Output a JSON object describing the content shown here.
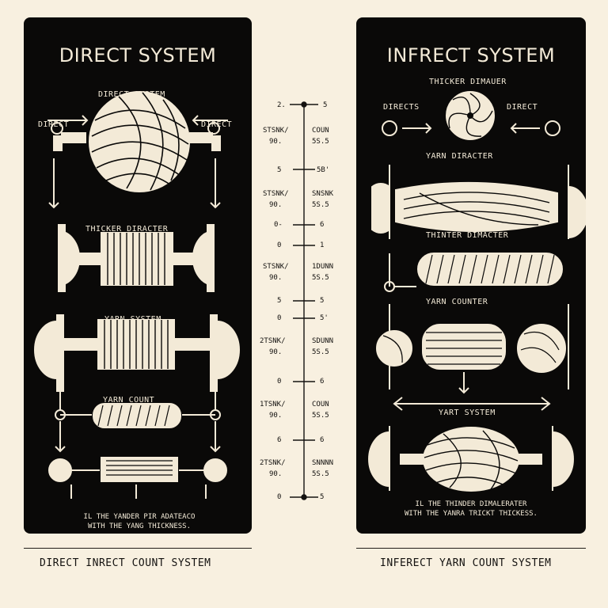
{
  "left": {
    "title": "DIRECT SYSTEM",
    "subtitle": "DIRECT SYSTEM",
    "arrow_left": "DIRECT",
    "arrow_right": "DIRECT",
    "label_1": "THICKER DIRACTER",
    "label_2": "YARN SYSTEM",
    "label_3": "YARN COUNT",
    "note_line1": "IL THE YANDER PIR ADATEACO",
    "note_line2": "WITH THE YANG THICKNESS."
  },
  "right": {
    "title": "INFRECT SYSTEM",
    "subtitle": "THICKER DIMAUER",
    "arrow_left": "DIRECTS",
    "arrow_right": "DIRECT",
    "label_1": "YARN DIRACTER",
    "label_2": "THINTER DIMACTER",
    "label_3": "YARN COUNTER",
    "label_4": "YART SYSTEM",
    "note_line1": "IL THE THINDER DIMALERATER",
    "note_line2": "WITH THE YANRA TRICKT THICKESS."
  },
  "scale": {
    "rows": [
      {
        "left": "2.",
        "right": "5"
      },
      {
        "left": "STSNK/",
        "right": "COUN"
      },
      {
        "left": "90.",
        "right": "5S.5"
      },
      {
        "left": "5",
        "right": "5B'"
      },
      {
        "left": "STSNK/",
        "right": "SNSNK"
      },
      {
        "left": "90.",
        "right": "5S.5"
      },
      {
        "left": "0-",
        "right": "6"
      },
      {
        "left": "0",
        "right": "1"
      },
      {
        "left": "STSNK/",
        "right": "1DUNN"
      },
      {
        "left": "90.",
        "right": "5S.5"
      },
      {
        "left": "5",
        "right": "5"
      },
      {
        "left": "0",
        "right": "5'"
      },
      {
        "left": "2TSNK/",
        "right": "SDUNN"
      },
      {
        "left": "90.",
        "right": "5S.5"
      },
      {
        "left": "0",
        "right": "6"
      },
      {
        "left": "1TSNK/",
        "right": "COUN"
      },
      {
        "left": "90.",
        "right": "5S.5"
      },
      {
        "left": "6",
        "right": "6"
      },
      {
        "left": "2TSNK/",
        "right": "SNNNN"
      },
      {
        "left": "90.",
        "right": "5S.5"
      },
      {
        "left": "0",
        "right": "5"
      }
    ]
  },
  "footer": {
    "left": "DIRECT INRECT COUNT SYSTEM",
    "right": "INFERECT YARN COUNT SYSTEM"
  },
  "colors": {
    "panel": "#0a0908",
    "ink": "#f3ead7",
    "page": "#f8f0e0"
  }
}
